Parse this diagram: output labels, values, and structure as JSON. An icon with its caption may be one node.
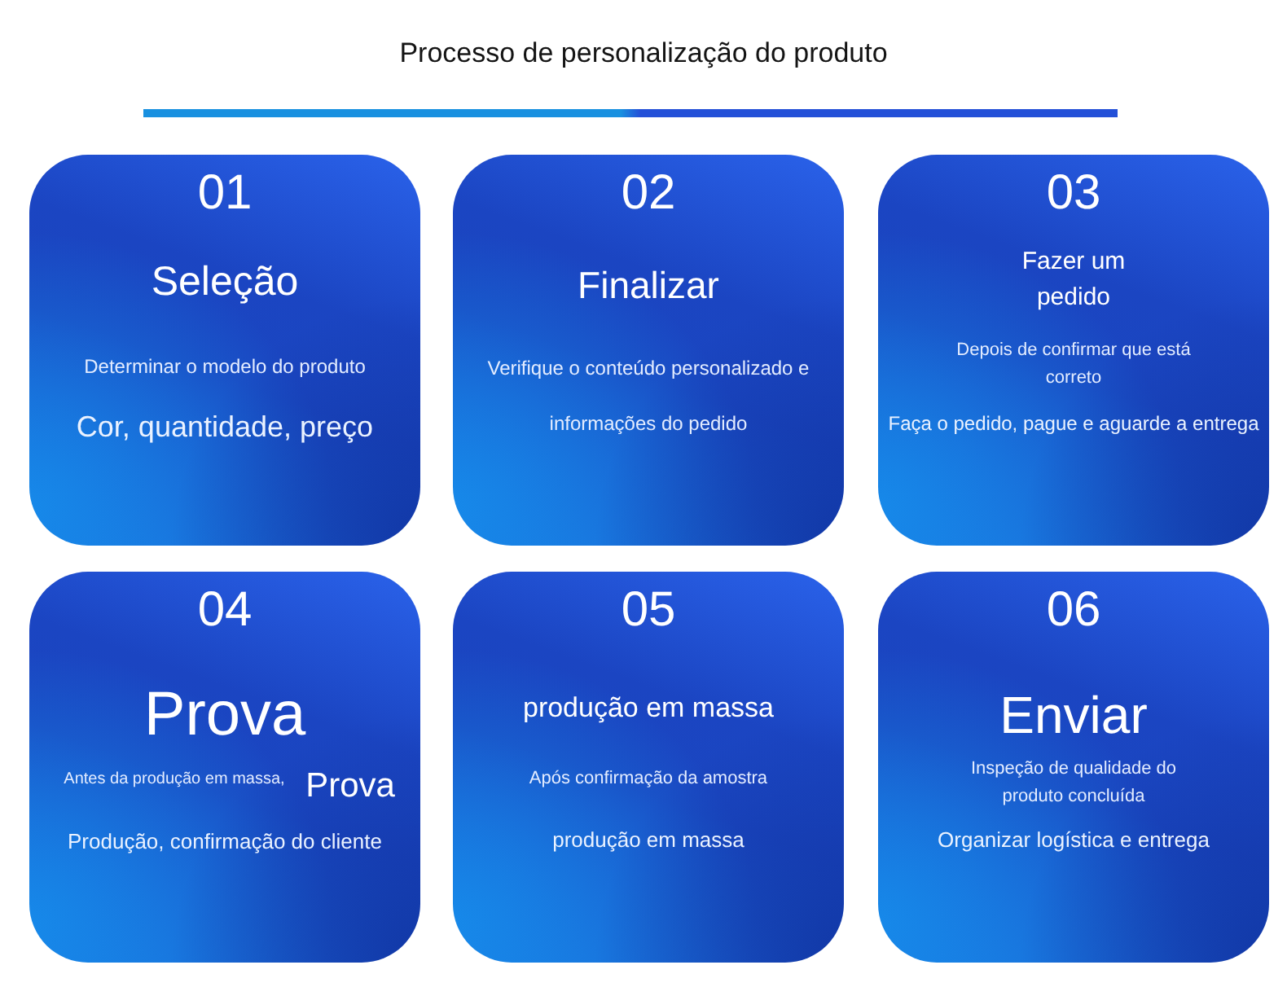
{
  "diagram": {
    "title": "Processo de personalização do produto",
    "nodes": [
      {
        "text": [
          "01",
          "Seleção",
          "Determinar o modelo do produto",
          "Cor, quantidade, preço"
        ]
      },
      {
        "text": [
          "02",
          "Finalizar",
          "Verifique o conteúdo personalizado e informações do pedido"
        ]
      },
      {
        "text": [
          "03",
          "Fazer um pedido",
          "Depois de confirmar que está correto",
          "Faça o pedido, pague e aguarde a entrega"
        ]
      },
      {
        "text": [
          "04",
          "Prova",
          "Antes da produção em massa,",
          "Prova",
          "Produção, confirmação do cliente"
        ]
      },
      {
        "text": [
          "05",
          "produção em massa",
          "Após confirmação da amostra",
          "produção em massa"
        ]
      },
      {
        "text": [
          "06",
          "Enviar",
          "Inspeção de qualidade do produto concluída",
          "Organizar logística e entrega"
        ]
      }
    ]
  }
}
